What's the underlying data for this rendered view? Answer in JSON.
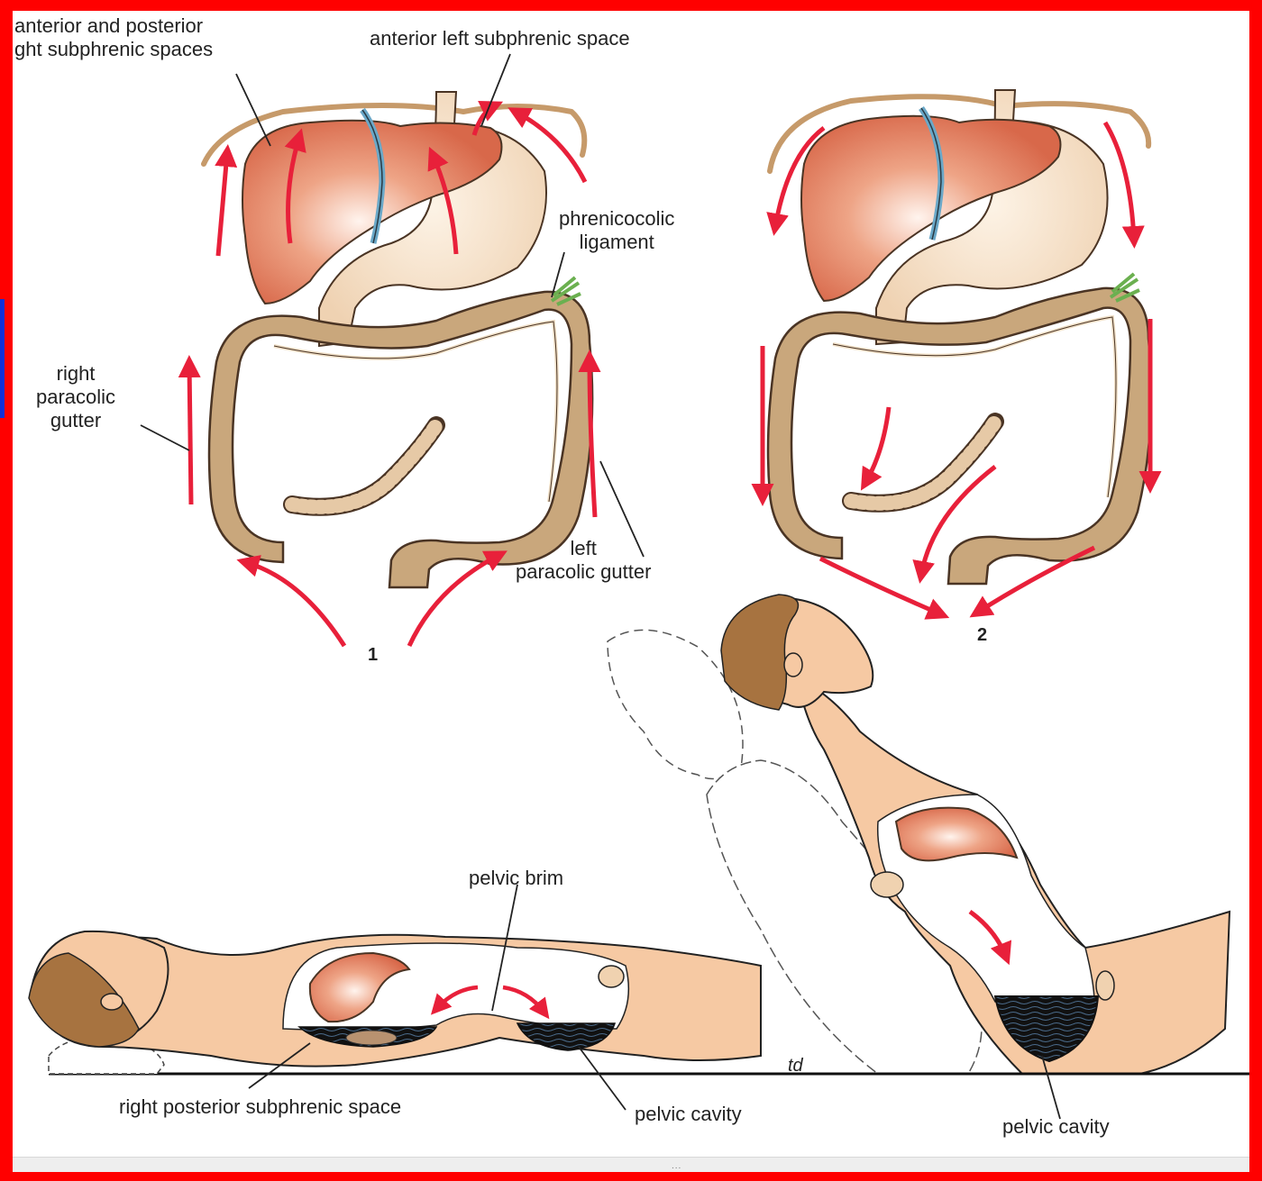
{
  "labels": {
    "ant_post_right_subphrenic": "anterior and posterior\nght subphrenic spaces",
    "ant_left_subphrenic": "anterior left subphrenic space",
    "phrenicocolic": "phrenicocolic\nligament",
    "right_paracolic": "right\nparacolic\ngutter",
    "left_paracolic": "left\nparacolic gutter",
    "fig1": "1",
    "fig2": "2",
    "pelvic_brim": "pelvic brim",
    "right_post_subphrenic": "right posterior subphrenic space",
    "pelvic_cavity_supine": "pelvic cavity",
    "pelvic_cavity_sitting": "pelvic cavity",
    "signature": "td"
  },
  "status_bar": {
    "grip": "..."
  },
  "colors": {
    "frame": "#ff0000",
    "arrow": "#e8203a",
    "liver": "#e07858",
    "stomach": "#f4dcc0",
    "colon": "#c9a77c",
    "skin": "#f6c9a3",
    "diaphragm": "#c69a6a",
    "fluid": "#111111"
  }
}
